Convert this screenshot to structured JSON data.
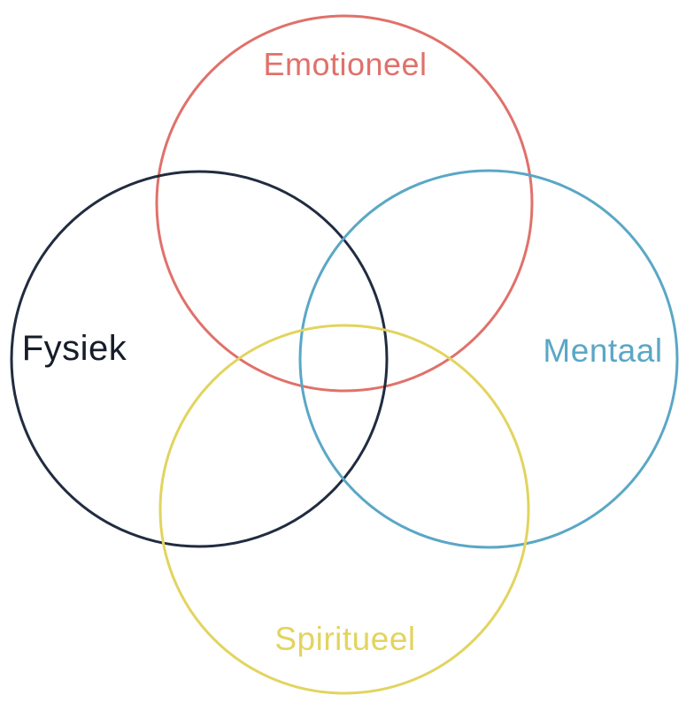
{
  "diagram": {
    "kind": "venn-diagram",
    "background_color": "#ffffff",
    "stroke_width": 3,
    "circles": {
      "emotioneel": {
        "label": "Emotioneel",
        "stroke_color": "#e0716a",
        "label_color": "#e0716a",
        "position": "top"
      },
      "fysiek": {
        "label": "Fysiek",
        "stroke_color": "#212c40",
        "label_color": "#161d29",
        "position": "left"
      },
      "mentaal": {
        "label": "Mentaal",
        "stroke_color": "#5aa7c6",
        "label_color": "#5aa7c6",
        "position": "right"
      },
      "spiritueel": {
        "label": "Spiritueel",
        "stroke_color": "#e2d45f",
        "label_color": "#e2d45f",
        "position": "bottom"
      }
    }
  }
}
